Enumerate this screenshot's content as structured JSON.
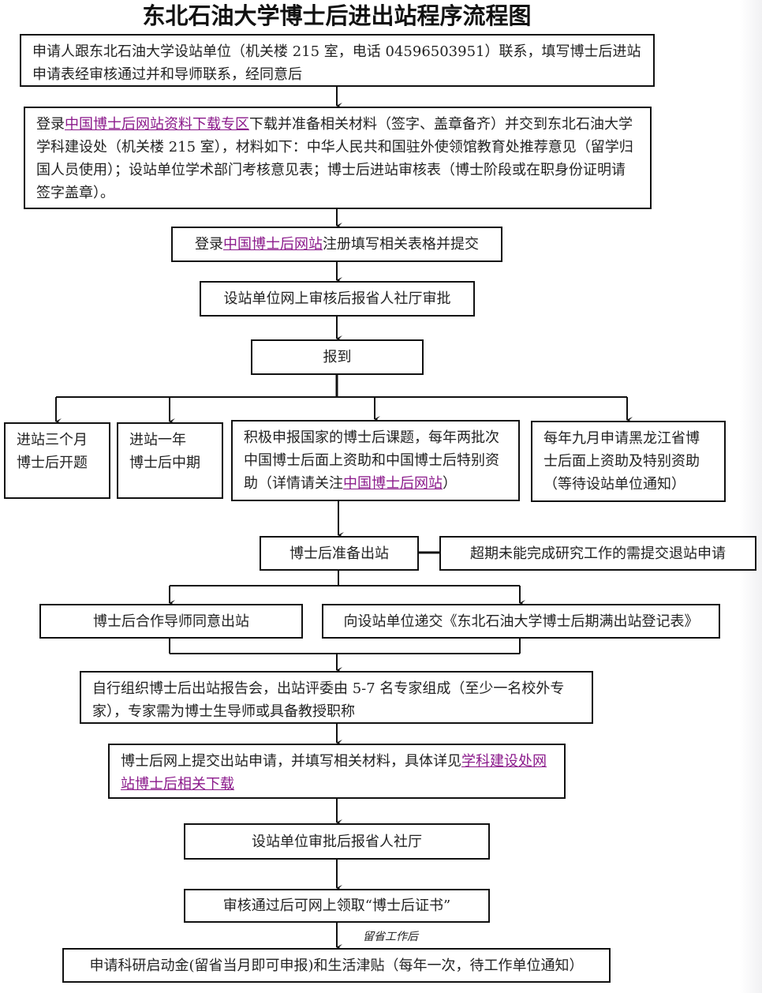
{
  "title": "东北石油大学博士后进出站程序流程图",
  "steps": {
    "contact": "申请人跟东北石油大学设站单位（机关楼 215 室，电话 04596503951）联系，填写博士后进站申请表经审核通过并和导师联系，经同意后",
    "materials_prefix": "登录",
    "materials_link": "中国博士后网站资料下载专区",
    "materials_suffix": "下载并准备相关材料（签字、盖章备齐）并交到东北石油大学学科建设处（机关楼 215 室），材料如下：中华人民共和国驻外使领馆教育处推荐意见（留学归国人员使用）；设站单位学术部门考核意见表；博士后进站审核表（博士阶段或在职身份证明请签字盖章）。",
    "register_prefix": "登录",
    "register_link": "中国博士后网站",
    "register_suffix": "注册填写相关表格并提交",
    "online_review": "设站单位网上审核后报省人社厅审批",
    "report": "报到",
    "three_months_1": "进站三个月",
    "three_months_2": "博士后开题",
    "one_year_1": "进站一年",
    "one_year_2": "博士后中期",
    "national_prefix": "积极申报国家的博士后课题，每年两批次中国博士后面上资助和中国博士后特别资助（详情请关注",
    "national_link": "中国博士后网站",
    "national_suffix": "）",
    "provincial": "每年九月申请黑龙江省博士后面上资助及特别资助（等待设站单位通知）",
    "prepare_exit": "博士后准备出站",
    "overdue": "超期未能完成研究工作的需提交退站申请",
    "advisor_agree": "博士后合作导师同意出站",
    "submit_form": "向设站单位递交《东北石油大学博士后期满出站登记表》",
    "exit_report": "自行组织博士后出站报告会，出站评委由 5-7 名专家组成（至少一名校外专家），专家需为博士生导师或具备教授职称",
    "online_exit_prefix": "博士后网上提交出站申请，并填写相关材料，具体详见",
    "online_exit_link": "学科建设处网站博士后相关下载",
    "approve": "设站单位审批后报省人社厅",
    "certificate": "审核通过后可网上领取“博士后证书”",
    "stay_label": "留省工作后",
    "funding": "申请科研启动金(留省当月即可申报)和生活津贴（每年一次，待工作单位通知）"
  }
}
